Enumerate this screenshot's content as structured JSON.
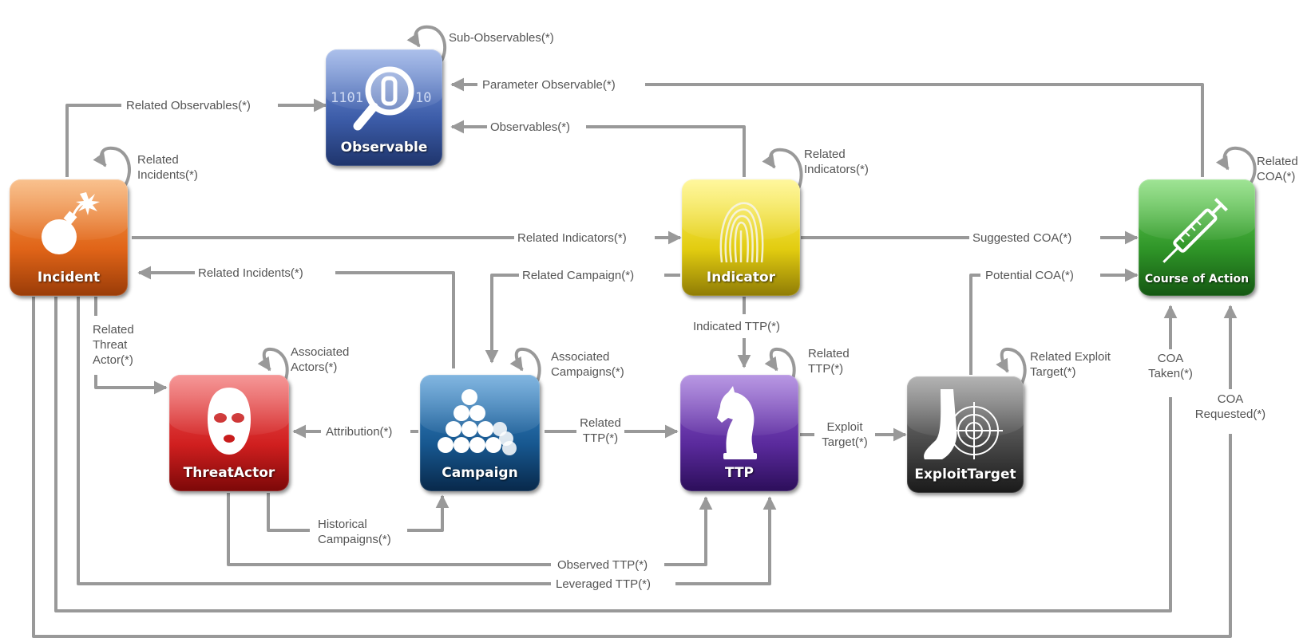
{
  "colors": {
    "edge": "#999999",
    "incident": "#e8732a",
    "observable": "#5a7bc4",
    "indicator": "#e6d417",
    "course_of_action": "#3a9a33",
    "threat_actor": "#d42a2a",
    "campaign": "#1d5f93",
    "ttp": "#5d2ea0",
    "exploit_target": "#4a4a4a"
  },
  "nodes": {
    "incident": "Incident",
    "observable": "Observable",
    "indicator": "Indicator",
    "course_of_action": "Course of Action",
    "threat_actor": "ThreatActor",
    "campaign": "Campaign",
    "ttp": "TTP",
    "exploit_target": "ExploitTarget"
  },
  "edges": {
    "sub_observables": "Sub-Observables(*)",
    "parameter_observable": "Parameter Observable(*)",
    "related_observables": "Related Observables(*)",
    "observables": "Observables(*)",
    "related_incidents_self": [
      "Related",
      "Incidents(*)"
    ],
    "related_indicators_self": [
      "Related",
      "Indicators(*)"
    ],
    "related_coa_self": [
      "Related",
      "COA(*)"
    ],
    "related_indicators": "Related Indicators(*)",
    "suggested_coa": "Suggested COA(*)",
    "related_incidents": "Related Incidents(*)",
    "related_campaign": "Related Campaign(*)",
    "potential_coa": "Potential COA(*)",
    "related_threat_actor": [
      "Related",
      "Threat",
      "Actor(*)"
    ],
    "indicated_ttp": "Indicated TTP(*)",
    "associated_actors": [
      "Associated",
      "Actors(*)"
    ],
    "associated_campaigns": [
      "Associated",
      "Campaigns(*)"
    ],
    "related_ttp_self": [
      "Related",
      "TTP(*)"
    ],
    "related_exploit_target": [
      "Related Exploit",
      "Target(*)"
    ],
    "coa_taken": [
      "COA",
      "Taken(*)"
    ],
    "coa_requested": [
      "COA",
      "Requested(*)"
    ],
    "attribution": "Attribution(*)",
    "related_ttp": [
      "Related",
      "TTP(*)"
    ],
    "exploit_target": [
      "Exploit",
      "Target(*)"
    ],
    "historical_campaigns": [
      "Historical",
      "Campaigns(*)"
    ],
    "observed_ttp": "Observed TTP(*)",
    "leveraged_ttp": "Leveraged TTP(*)"
  },
  "icons": {
    "incident": "bomb-icon",
    "observable": "magnifier-binary-icon",
    "indicator": "fingerprint-icon",
    "course_of_action": "syringe-icon",
    "threat_actor": "balaclava-mask-icon",
    "campaign": "cannonball-pyramid-icon",
    "ttp": "chess-knight-icon",
    "exploit_target": "heel-target-icon"
  },
  "observable_binary": [
    "1101",
    "10"
  ]
}
